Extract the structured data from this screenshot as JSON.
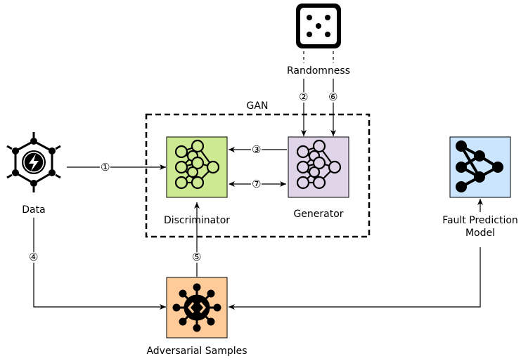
{
  "labels": {
    "randomness": "Randomness",
    "gan": "GAN",
    "data": "Data",
    "discriminator": "Discriminator",
    "generator": "Generator",
    "fault_prediction_line1": "Fault Prediction",
    "fault_prediction_line2": "Model",
    "adversarial_samples": "Adversarial Samples"
  },
  "markers": {
    "m1": "①",
    "m2": "②",
    "m3": "③",
    "m4": "④",
    "m5": "⑤",
    "m6": "⑥",
    "m7": "⑦"
  },
  "colors": {
    "discriminator_fill": "#cde991",
    "generator_fill": "#e0d5e8",
    "fault_model_fill": "#cce5ff",
    "adversarial_fill": "#ffcc99"
  }
}
